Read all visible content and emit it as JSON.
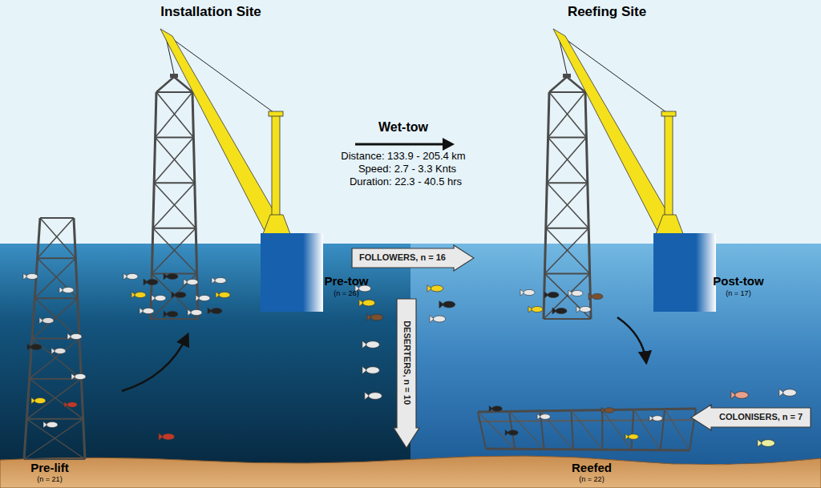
{
  "diagram": {
    "nodes": [
      {
        "text": [
          "FOLLOWERS, n = 16"
        ]
      },
      {
        "text": [
          "DESERTERS, n = 10"
        ]
      },
      {
        "text": [
          "COLONISERS, n = 7"
        ]
      }
    ],
    "labels": [
      "Installation Site",
      "Reefing Site",
      "Wet-tow",
      "Distance: 133.9 - 205.4 km",
      "Speed: 2.7 - 3.3 Knts",
      "Duration: 22.3 - 40.5 hrs",
      "Pre-tow",
      "(n = 26)",
      "Post-tow",
      "(n = 17)",
      "Pre-lift",
      "(n = 21)",
      "Reefed",
      "(n = 22)"
    ]
  }
}
